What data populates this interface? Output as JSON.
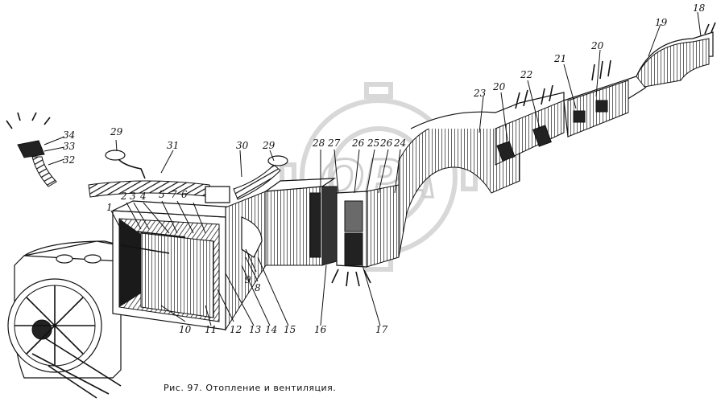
{
  "caption": "Рис. 97. Отопление и вентиляция.",
  "watermark": "OPA",
  "callouts": [
    {
      "id": "c1",
      "text": "1"
    },
    {
      "id": "c2",
      "text": "2"
    },
    {
      "id": "c3",
      "text": "3"
    },
    {
      "id": "c4",
      "text": "4"
    },
    {
      "id": "c5",
      "text": "5"
    },
    {
      "id": "c7",
      "text": "7"
    },
    {
      "id": "c6",
      "text": "6"
    },
    {
      "id": "c8",
      "text": "8"
    },
    {
      "id": "c9",
      "text": "9"
    },
    {
      "id": "c10",
      "text": "10"
    },
    {
      "id": "c11",
      "text": "11"
    },
    {
      "id": "c12",
      "text": "12"
    },
    {
      "id": "c13",
      "text": "13"
    },
    {
      "id": "c14",
      "text": "14"
    },
    {
      "id": "c15",
      "text": "15"
    },
    {
      "id": "c16",
      "text": "16"
    },
    {
      "id": "c17",
      "text": "17"
    },
    {
      "id": "c18",
      "text": "18"
    },
    {
      "id": "c19",
      "text": "19"
    },
    {
      "id": "c20a",
      "text": "20"
    },
    {
      "id": "c20b",
      "text": "20"
    },
    {
      "id": "c21",
      "text": "21"
    },
    {
      "id": "c22",
      "text": "22"
    },
    {
      "id": "c23",
      "text": "23"
    },
    {
      "id": "c24",
      "text": "24"
    },
    {
      "id": "c25",
      "text": "25"
    },
    {
      "id": "c26a",
      "text": "26"
    },
    {
      "id": "c26b",
      "text": "26"
    },
    {
      "id": "c27",
      "text": "27"
    },
    {
      "id": "c28",
      "text": "28"
    },
    {
      "id": "c29a",
      "text": "29"
    },
    {
      "id": "c29b",
      "text": "29"
    },
    {
      "id": "c30",
      "text": "30"
    },
    {
      "id": "c31",
      "text": "31"
    },
    {
      "id": "c32",
      "text": "32"
    },
    {
      "id": "c33",
      "text": "33"
    },
    {
      "id": "c34",
      "text": "34"
    }
  ]
}
